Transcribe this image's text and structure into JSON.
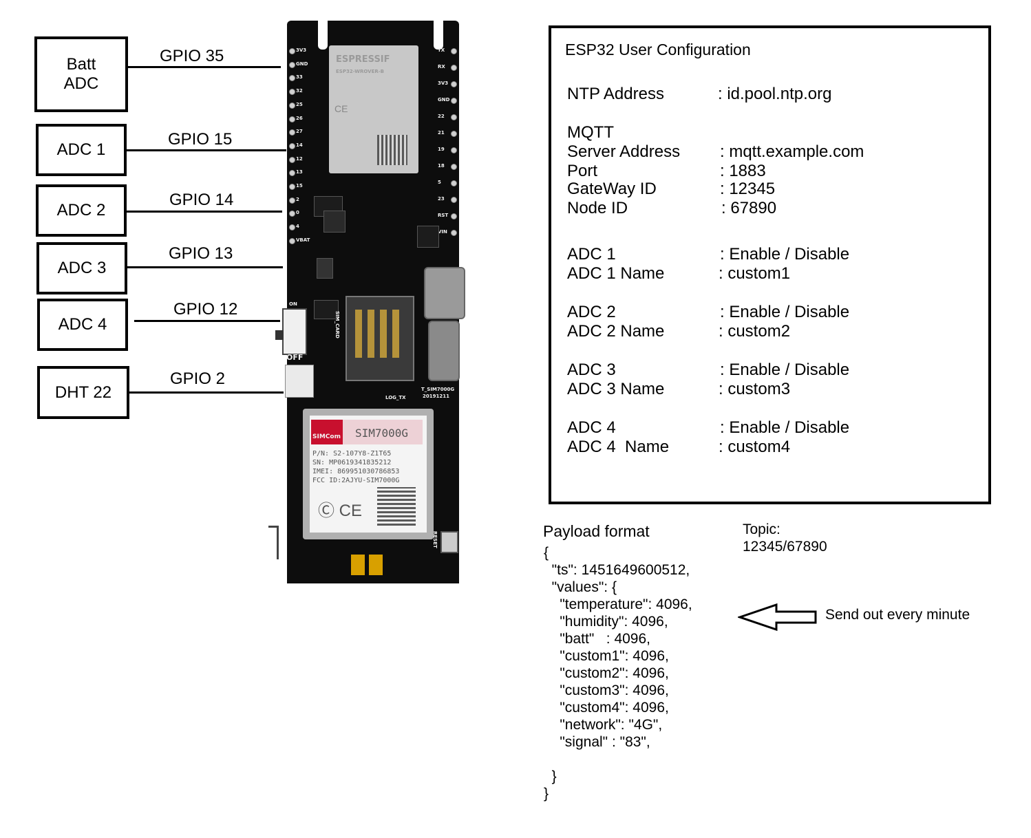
{
  "blocks": {
    "batt_adc": "Batt\nADC",
    "adc1": "ADC 1",
    "adc2": "ADC 2",
    "adc3": "ADC 3",
    "adc4": "ADC 4",
    "dht22": "DHT 22"
  },
  "gpio": {
    "batt": "GPIO 35",
    "adc1": "GPIO 15",
    "adc2": "GPIO 14",
    "adc3": "GPIO 13",
    "adc4": "GPIO 12",
    "dht": "GPIO 2"
  },
  "board": {
    "left_pins": [
      "3V3",
      "GND",
      "33",
      "32",
      "25",
      "26",
      "27",
      "14",
      "12",
      "13",
      "15",
      "2",
      "0",
      "4",
      "VBAT"
    ],
    "right_pins": [
      "TX",
      "RX",
      "3V3",
      "GND",
      "22",
      "21",
      "19",
      "18",
      "5",
      "23",
      "RST",
      "VIN"
    ],
    "module_brand": "ESPRESSIF",
    "module_model": "ESP32-WROVER-B",
    "switch_on": "ON",
    "switch_off": "OFF",
    "sim_card": "SIM_CARD",
    "log_tx": "LOG_TX",
    "board_name": "T_SIM7000G",
    "board_date": "20191211",
    "simcom": "SIMCom",
    "sim_model": "SIM7000G",
    "pn": "P/N: S2-107Y8-Z1T65",
    "sn": "SN: MP0619341835212",
    "imei": "IMEI: 869951030786853",
    "fccid": "FCC ID:2AJYU-SIM7000G",
    "reset": "RESET"
  },
  "config": {
    "title": "ESP32 User Configuration",
    "ntp_label": "NTP Address",
    "ntp_value": ": id.pool.ntp.org",
    "mqtt_label": "MQTT",
    "server_label": "Server Address",
    "server_value": ": mqtt.example.com",
    "port_label": "Port",
    "port_value": ": 1883",
    "gateway_label": "GateWay ID",
    "gateway_value": ": 12345",
    "node_label": "Node ID",
    "node_value": ": 67890",
    "adc1_label": "ADC 1",
    "adc1_value": ": Enable / Disable",
    "adc1_name_label": "ADC 1 Name",
    "adc1_name_value": ": custom1",
    "adc2_label": "ADC 2",
    "adc2_value": ": Enable / Disable",
    "adc2_name_label": "ADC 2 Name",
    "adc2_name_value": ": custom2",
    "adc3_label": "ADC 3",
    "adc3_value": ": Enable / Disable",
    "adc3_name_label": "ADC 3 Name",
    "adc3_name_value": ": custom3",
    "adc4_label": "ADC 4",
    "adc4_value": ": Enable / Disable",
    "adc4_name_label": "ADC 4  Name",
    "adc4_name_value": ": custom4"
  },
  "payload": {
    "title": "Payload format",
    "topic_label": "Topic:",
    "topic_value": "12345/67890",
    "send_note": "Send out every minute",
    "lines": [
      "{",
      "  \"ts\": 1451649600512,",
      "  \"values\": {",
      "    \"temperature\": 4096,",
      "    \"humidity\": 4096,",
      "    \"batt\"   : 4096,",
      "    \"custom1\": 4096,",
      "    \"custom2\": 4096,",
      "    \"custom3\": 4096,",
      "    \"custom4\": 4096,",
      "    \"network\": \"4G\",",
      "    \"signal\" : \"83\",",
      "",
      "  }",
      "}"
    ]
  },
  "colors": {
    "board": "#0d0d0d",
    "module": "#c8c8c8",
    "simcom_red": "#c8102e",
    "capacitor": "#d8a000"
  }
}
